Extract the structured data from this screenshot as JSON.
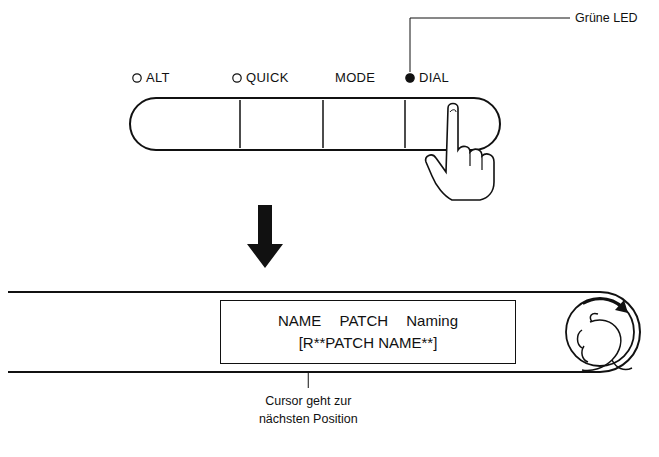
{
  "diagram": {
    "nodes": [
      {
        "text": [
          "ALT"
        ]
      },
      {
        "text": [
          "QUICK"
        ]
      },
      {
        "text": [
          "MODE"
        ]
      },
      {
        "text": [
          "DIAL"
        ]
      },
      {
        "text": [
          "NAME PATCH Naming",
          "[R**PATCH NAME**]"
        ]
      }
    ],
    "labels": [
      "Grüne LED",
      "Cursor geht zur nächsten Position"
    ]
  }
}
